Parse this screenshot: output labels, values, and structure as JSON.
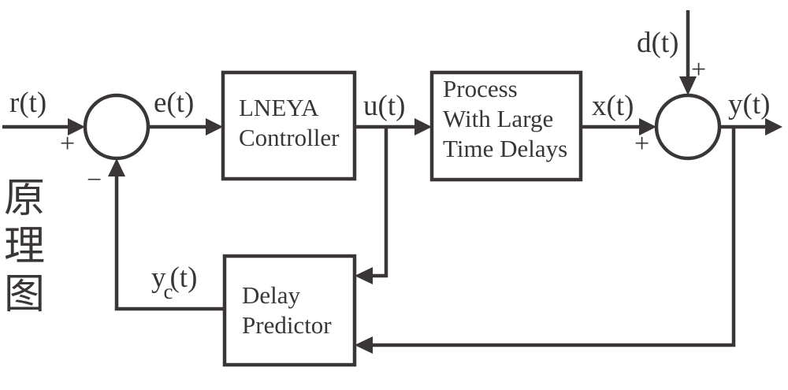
{
  "caption": {
    "text": "原理图",
    "chars": [
      "原",
      "理",
      "图"
    ]
  },
  "colors": {
    "ink": "#3a3637",
    "background": "#ffffff"
  },
  "blocks": {
    "controller": {
      "label": "LNEYA\nController"
    },
    "process": {
      "label": "Process\nWith Large\nTime Delays"
    },
    "predictor": {
      "label": "Delay\nPredictor"
    }
  },
  "signals": {
    "reference": "r(t)",
    "error": "e(t)",
    "control": "u(t)",
    "disturbance": "d(t)",
    "process_output": "x(t)",
    "output": "y(t)",
    "predictor_output_base": "y",
    "predictor_output_sub": "c",
    "predictor_output_rest": "(t)"
  },
  "signs": {
    "reference_plus": "+",
    "feedback_minus": "−",
    "process_plus": "+",
    "disturbance_plus": "+"
  }
}
